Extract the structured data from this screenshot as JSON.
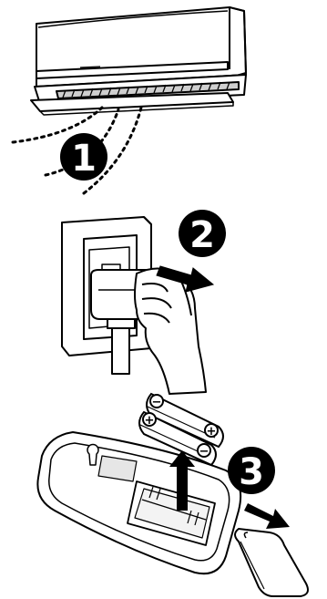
{
  "steps": [
    {
      "number": "1"
    },
    {
      "number": "2"
    },
    {
      "number": "3"
    }
  ],
  "icons": {
    "air_conditioner": "air-conditioner-icon",
    "wall_outlet": "wall-outlet-icon",
    "hand_unplugging": "hand-unplug-icon",
    "batteries": "battery-icon",
    "remote_control": "remote-control-icon",
    "battery_cover": "battery-cover-icon"
  },
  "battery_polarity": {
    "positive": "+",
    "negative": "−"
  },
  "colors": {
    "ink": "#000000",
    "paper": "#ffffff",
    "shade": "#e6e6e6"
  }
}
